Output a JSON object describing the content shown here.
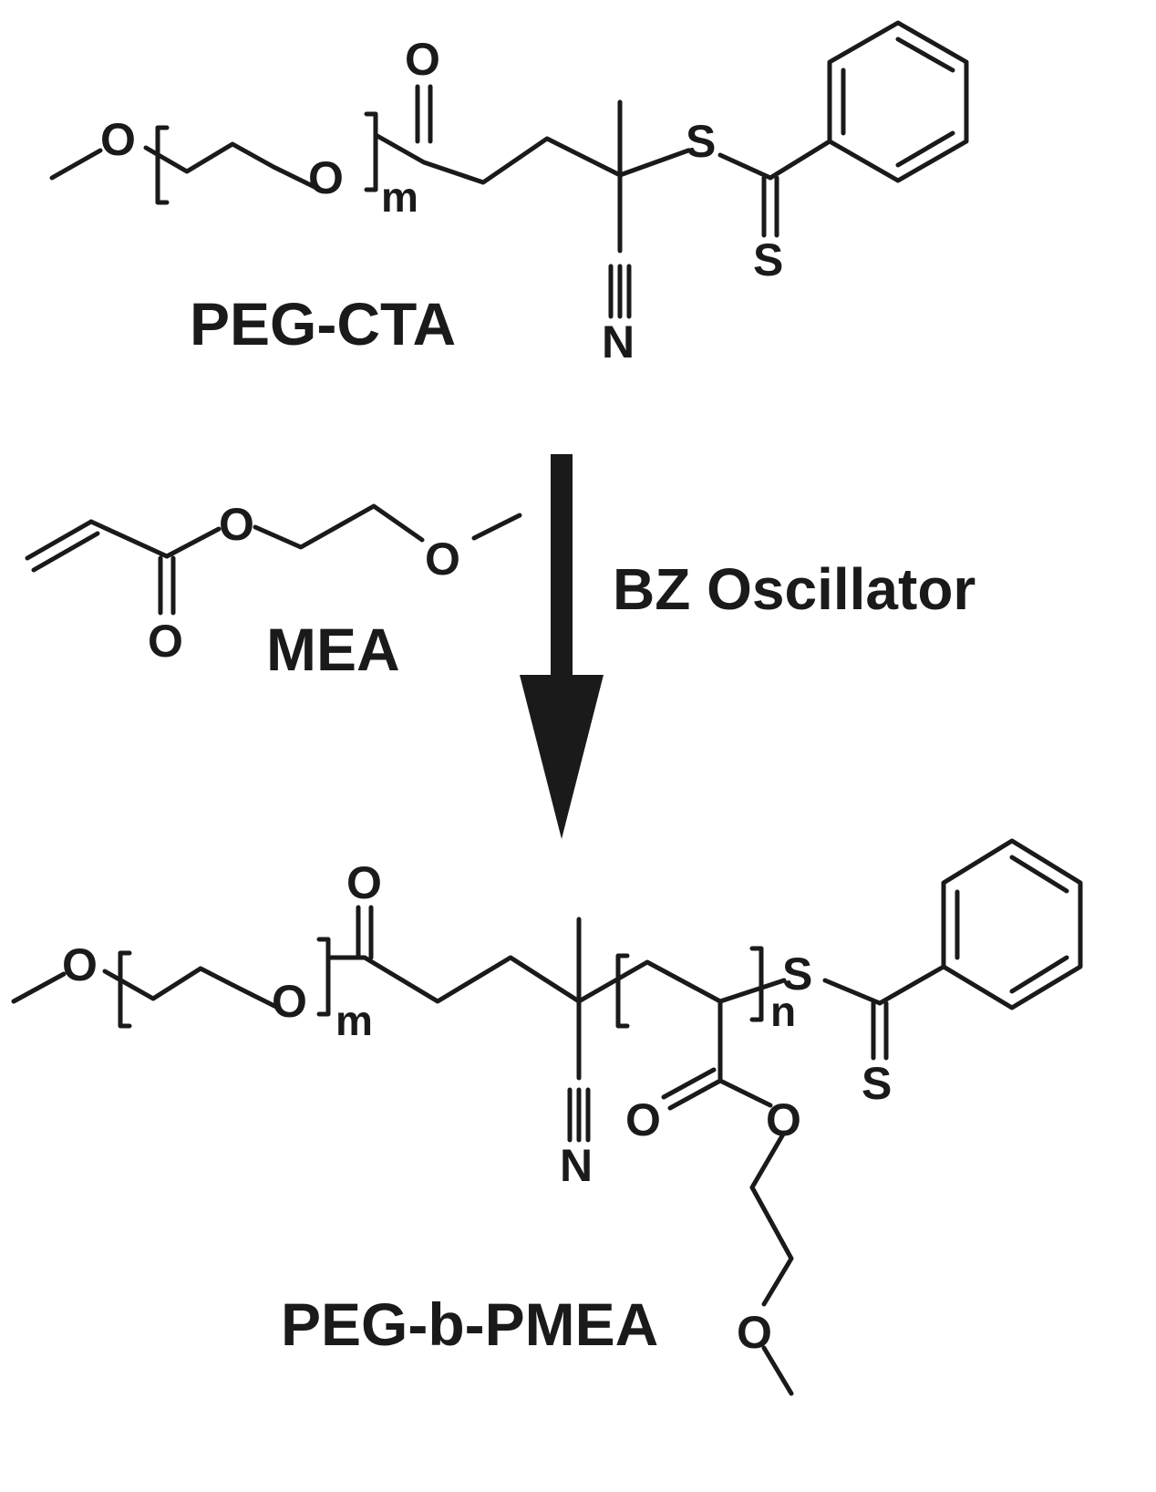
{
  "atoms": {
    "oxygen": "O",
    "sulfur": "S",
    "nitrogen": "N"
  },
  "subscripts": {
    "peg_repeat": "m",
    "pmea_repeat": "n"
  },
  "labels": {
    "peg_cta": "PEG-CTA",
    "mea": "MEA",
    "product": "PEG-b-PMEA"
  },
  "reaction": {
    "condition": "BZ Oscillator"
  },
  "colors": {
    "ink": "#1a1a1a",
    "background": "#ffffff"
  }
}
